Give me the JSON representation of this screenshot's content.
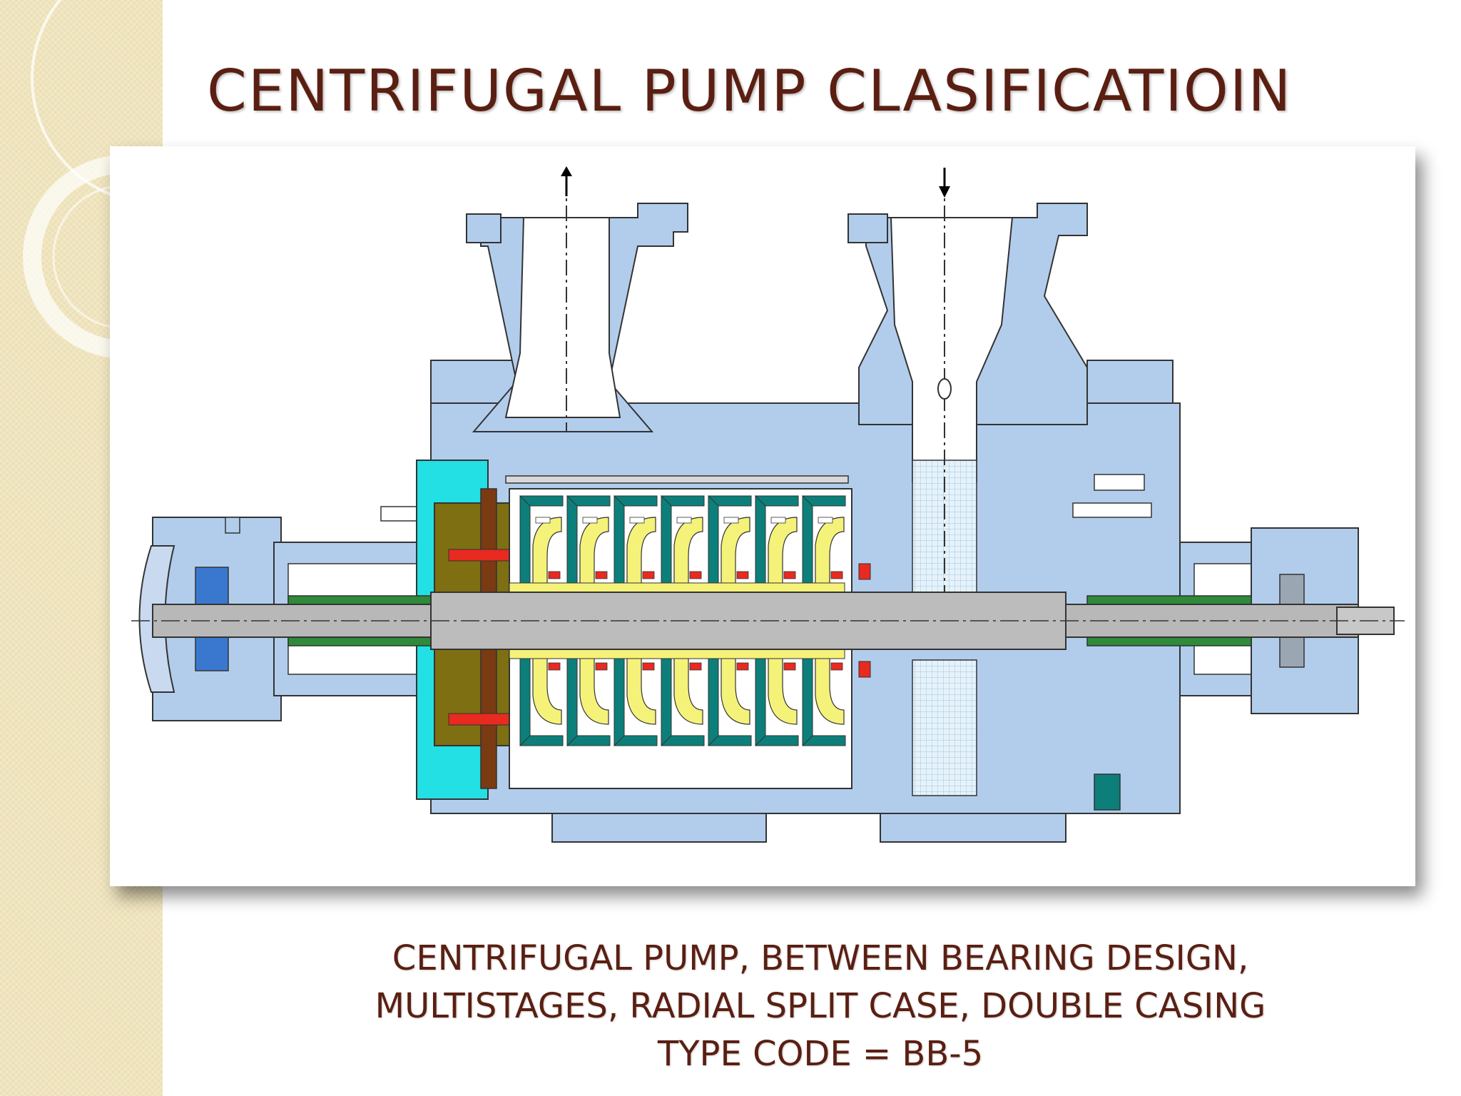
{
  "slide": {
    "title": "CENTRIFUGAL PUMP CLASIFICATIOIN",
    "caption_lines": [
      "CENTRIFUGAL PUMP, BETWEEN BEARING DESIGN,",
      "MULTISTAGES, RADIAL SPLIT CASE, DOUBLE CASING",
      "TYPE CODE = BB-5"
    ]
  },
  "colors": {
    "title_text": "#5a1f12",
    "band": "#efe4bd",
    "casing_blue": "#b2cdec",
    "diffuser_teal": "#0d7f7a",
    "impeller_yellow": "#f5f27a",
    "shaft_gray": "#b8b8b8",
    "cyan_cover": "#22e0e4",
    "olive_sleeve": "#7e6f12",
    "seal_red": "#e82a20",
    "wear_ring_brown": "#7a3b12"
  },
  "diagram": {
    "flow_arrows": [
      "discharge-up-arrow",
      "suction-down-arrow"
    ],
    "impeller_stages": 7
  }
}
